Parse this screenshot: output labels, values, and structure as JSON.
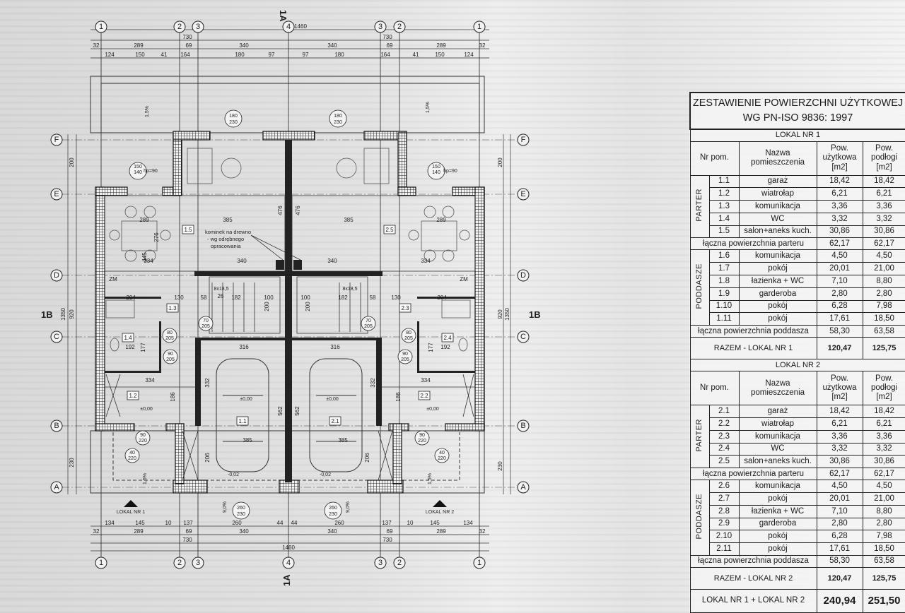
{
  "plan": {
    "axes_cols": [
      "1",
      "2",
      "3",
      "4",
      "3",
      "2",
      "1"
    ],
    "axes_rows": [
      "F",
      "E",
      "D",
      "C",
      "B",
      "A"
    ],
    "section_marks": {
      "top": "1A",
      "bottom": "1A",
      "left": "1B",
      "right": "1B"
    },
    "top_dims": {
      "total": "1460",
      "half": [
        "730",
        "730"
      ],
      "row3": [
        "32",
        "289",
        "69",
        "340",
        "340",
        "69",
        "289",
        "32"
      ],
      "row4": [
        "124",
        "150",
        "41",
        "164",
        "180",
        "97",
        "97",
        "180",
        "164",
        "41",
        "150",
        "124"
      ]
    },
    "bottom_dims": {
      "row1": [
        "134",
        "145",
        "10",
        "137",
        "260",
        "44",
        "44",
        "260",
        "137",
        "10",
        "145",
        "134"
      ],
      "row2": [
        "32",
        "289",
        "69",
        "340",
        "340",
        "69",
        "289",
        "32"
      ],
      "half": [
        "730",
        "730"
      ],
      "total": "1460"
    },
    "side_dims": {
      "left": [
        "200",
        "1350",
        "920",
        "230"
      ],
      "right": [
        "200",
        "1350",
        "920",
        "230"
      ]
    },
    "rooms": [
      "1.5",
      "1.3",
      "1.4",
      "1.2",
      "1.1",
      "2.5",
      "2.3",
      "2.4",
      "2.2",
      "2.1"
    ],
    "door_tags": {
      "garden": [
        "180",
        "230"
      ],
      "window": [
        "150",
        "140",
        "hp=90"
      ],
      "d80": [
        "80",
        "205"
      ],
      "d70": [
        "70",
        "205"
      ],
      "d90": [
        "90",
        "205"
      ],
      "entry": [
        "90",
        "220"
      ],
      "win40": [
        "40",
        "220"
      ],
      "garage": [
        "260",
        "230"
      ]
    },
    "annotation": [
      "kominek na drewno",
      "- wg odrębnego",
      "opracowania"
    ],
    "stairs": "8x18,5",
    "levels": {
      "zero": "±0,00",
      "garage_front": "-0,02"
    },
    "slopes": {
      "terrace": "1,5%",
      "ramp": "9,0%"
    },
    "unit_labels": [
      "LOKAL NR 1",
      "LOKAL NR 2"
    ],
    "interior_dims": {
      "d385": "385",
      "d476": "476",
      "d289": "289",
      "d276": "276",
      "d445": "445",
      "d334": "334",
      "d340": "340",
      "d204": "204",
      "d130": "130",
      "d58": "58",
      "d182": "182",
      "d100": "100",
      "d200": "200",
      "d316": "316",
      "d192": "192",
      "d177": "177",
      "d186": "186",
      "d562": "562",
      "d332": "332",
      "d206": "206",
      "d26": "26",
      "zm": "ZM"
    }
  },
  "table": {
    "title": [
      "ZESTAWIENIE POWIERZCHNI UŻYTKOWEJ",
      "WG PN-ISO 9836: 1997"
    ],
    "headers": {
      "nr": "Nr pom.",
      "name": "Nazwa pomieszczenia",
      "usable": "Pow. użytkowa [m2]",
      "floor": "Pow. podłogi [m2]"
    },
    "units": [
      {
        "label": "LOKAL NR 1",
        "parter_label": "PARTER",
        "parter": [
          {
            "nr": "1.1",
            "name": "garaż",
            "usable": "18,42",
            "floor": "18,42"
          },
          {
            "nr": "1.2",
            "name": "wiatrołap",
            "usable": "6,21",
            "floor": "6,21"
          },
          {
            "nr": "1.3",
            "name": "komunikacja",
            "usable": "3,36",
            "floor": "3,36"
          },
          {
            "nr": "1.4",
            "name": "WC",
            "usable": "3,32",
            "floor": "3,32"
          },
          {
            "nr": "1.5",
            "name": "salon+aneks kuch.",
            "usable": "30,86",
            "floor": "30,86"
          }
        ],
        "parter_sum": {
          "label": "łączna powierzchnia parteru",
          "usable": "62,17",
          "floor": "62,17"
        },
        "poddasze_label": "PODDASZE",
        "poddasze": [
          {
            "nr": "1.6",
            "name": "komunikacja",
            "usable": "4,50",
            "floor": "4,50"
          },
          {
            "nr": "1.7",
            "name": "pokój",
            "usable": "20,01",
            "floor": "21,00"
          },
          {
            "nr": "1.8",
            "name": "łazienka + WC",
            "usable": "7,10",
            "floor": "8,80"
          },
          {
            "nr": "1.9",
            "name": "garderoba",
            "usable": "2,80",
            "floor": "2,80"
          },
          {
            "nr": "1.10",
            "name": "pokój",
            "usable": "6,28",
            "floor": "7,98"
          },
          {
            "nr": "1.11",
            "name": "pokój",
            "usable": "17,61",
            "floor": "18,50"
          }
        ],
        "poddasze_sum": {
          "label": "łączna powierzchnia poddasza",
          "usable": "58,30",
          "floor": "63,58"
        },
        "total": {
          "label": "RAZEM - LOKAL NR 1",
          "usable": "120,47",
          "floor": "125,75"
        }
      },
      {
        "label": "LOKAL NR 2",
        "parter_label": "PARTER",
        "parter": [
          {
            "nr": "2.1",
            "name": "garaż",
            "usable": "18,42",
            "floor": "18,42"
          },
          {
            "nr": "2.2",
            "name": "wiatrołap",
            "usable": "6,21",
            "floor": "6,21"
          },
          {
            "nr": "2.3",
            "name": "komunikacja",
            "usable": "3,36",
            "floor": "3,36"
          },
          {
            "nr": "2.4",
            "name": "WC",
            "usable": "3,32",
            "floor": "3,32"
          },
          {
            "nr": "2.5",
            "name": "salon+aneks kuch.",
            "usable": "30,86",
            "floor": "30,86"
          }
        ],
        "parter_sum": {
          "label": "łączna powierzchnia parteru",
          "usable": "62,17",
          "floor": "62,17"
        },
        "poddasze_label": "PODDASZE",
        "poddasze": [
          {
            "nr": "2.6",
            "name": "komunikacja",
            "usable": "4,50",
            "floor": "4,50"
          },
          {
            "nr": "2.7",
            "name": "pokój",
            "usable": "20,01",
            "floor": "21,00"
          },
          {
            "nr": "2.8",
            "name": "łazienka + WC",
            "usable": "7,10",
            "floor": "8,80"
          },
          {
            "nr": "2.9",
            "name": "garderoba",
            "usable": "2,80",
            "floor": "2,80"
          },
          {
            "nr": "2.10",
            "name": "pokój",
            "usable": "6,28",
            "floor": "7,98"
          },
          {
            "nr": "2.11",
            "name": "pokój",
            "usable": "17,61",
            "floor": "18,50"
          }
        ],
        "poddasze_sum": {
          "label": "łączna powierzchnia poddasza",
          "usable": "58,30",
          "floor": "63,58"
        },
        "total": {
          "label": "RAZEM - LOKAL NR 2",
          "usable": "120,47",
          "floor": "125,75"
        }
      }
    ],
    "grand_total": {
      "label": "LOKAL NR 1 + LOKAL NR 2",
      "usable": "240,94",
      "floor": "251,50"
    }
  }
}
